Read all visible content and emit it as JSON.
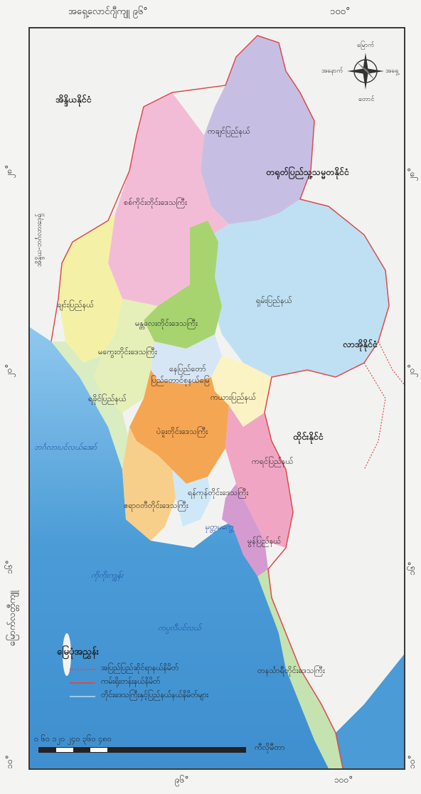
{
  "outer_labels": {
    "top_left": "အရှေ့လောင်ဂျီကျူ ၉၆°",
    "top_right": "၁၀၀°",
    "bottom_left": "၉၆°",
    "bottom_right": "၁၀၀°",
    "left_lat_28": "၂၈°",
    "left_lat_20": "၂၀°",
    "left_lat_16": "၁၆°",
    "left_lat_12": "၁၀°",
    "right_lat_28": "၂၈°",
    "right_lat_20": "၂၀°",
    "right_lat_16": "၁၆°",
    "right_lat_12": "၁၀°",
    "left_vertical_axis": "မြောက်လတ္တီကျူ",
    "left_vertical_top": "အိန္ဒိယ-ဘင်္ဂလားဒေ့ရှ်"
  },
  "countries": {
    "india": "အိန္ဒိယနိုင်ငံ",
    "china": "တရုတ်ပြည်သူ့သမ္မတနိုင်ငံ",
    "laos": "လာအိုနိုင်ငံ",
    "thailand": "ထိုင်းနိုင်ငံ"
  },
  "regions": {
    "kachin": "ကချင်ပြည်နယ်",
    "sagaing": "စစ်ကိုင်းတိုင်းဒေသကြီး",
    "chin": "ချင်းပြည်နယ်",
    "shan": "ရှမ်းပြည်နယ်",
    "mandalay": "မန္တလေးတိုင်းဒေသကြီး",
    "magway": "မကွေးတိုင်းဒေသကြီး",
    "naypyitaw_1": "နေပြည်တော်",
    "naypyitaw_2": "ပြည်တောင်စုနယ်မြေ",
    "rakhine": "ရခိုင်ပြည်နယ်",
    "kayah": "ကယားပြည်နယ်",
    "bago": "ပဲခူးတိုင်းဒေသကြီး",
    "kayin": "ကရင်ပြည်နယ်",
    "yangon": "ရန်ကုန်တိုင်းဒေသကြီး",
    "ayeyarwady": "ဧရာဝတီတိုင်းဒေသကြီး",
    "mon": "မွန်ပြည်နယ်",
    "tanintharyi": "တနင်္သာရီတိုင်းဒေသကြီး"
  },
  "water": {
    "bay_of_bengal": "ဘင်္ဂလားပင်လယ်အော်",
    "gulf_of_martaban": "မုတ္တမကွေ့",
    "andaman": "ကပ္ပလီပင်လယ်",
    "coco": "ကိုကိုးကျွန်း"
  },
  "compass": {
    "north": "မြောက်",
    "south": "တောင်",
    "east": "အရှေ့",
    "west": "အနောက်"
  },
  "legend": {
    "title": "မြေပုံအညွှန်း",
    "items": [
      {
        "label": "အပြည်ပြည်ဆိုင်ရာနယ်နိမိတ်",
        "color": "#e0484a",
        "style": "dotted"
      },
      {
        "label": "ကမ်းရိုးတန်းနယ်နိမိတ်",
        "color": "#e0484a",
        "style": "solid"
      },
      {
        "label": "တိုင်းဒေသကြီးနှင့်ပြည်နယ်နယ်နိမိတ်များ",
        "color": "#9ec9e8",
        "style": "solid"
      }
    ]
  },
  "scale": {
    "ticks": "၀ ၆၀ ၁၂၀ ၂၄၀ ၃၆၀ ၄၈၀",
    "unit": "ကီလိုမီတာ"
  },
  "colors": {
    "sea": "#4a9bd6",
    "sea_light": "#8cc6ec",
    "kachin": "#c7bfe3",
    "sagaing": "#f3bcd6",
    "chin": "#f4f1a6",
    "shan": "#bfe0f3",
    "mandalay": "#a8d46f",
    "magway": "#e5efb8",
    "rakhine": "#d9ecc2",
    "bago": "#f5a652",
    "kayah": "#fbf3c4",
    "kayin": "#f0a6c3",
    "mon": "#d59bd0",
    "yangon": "#cfe8f7",
    "ayeyarwady": "#f7cf8a",
    "tanintharyi": "#c5e3b0",
    "border": "#e0484a"
  }
}
